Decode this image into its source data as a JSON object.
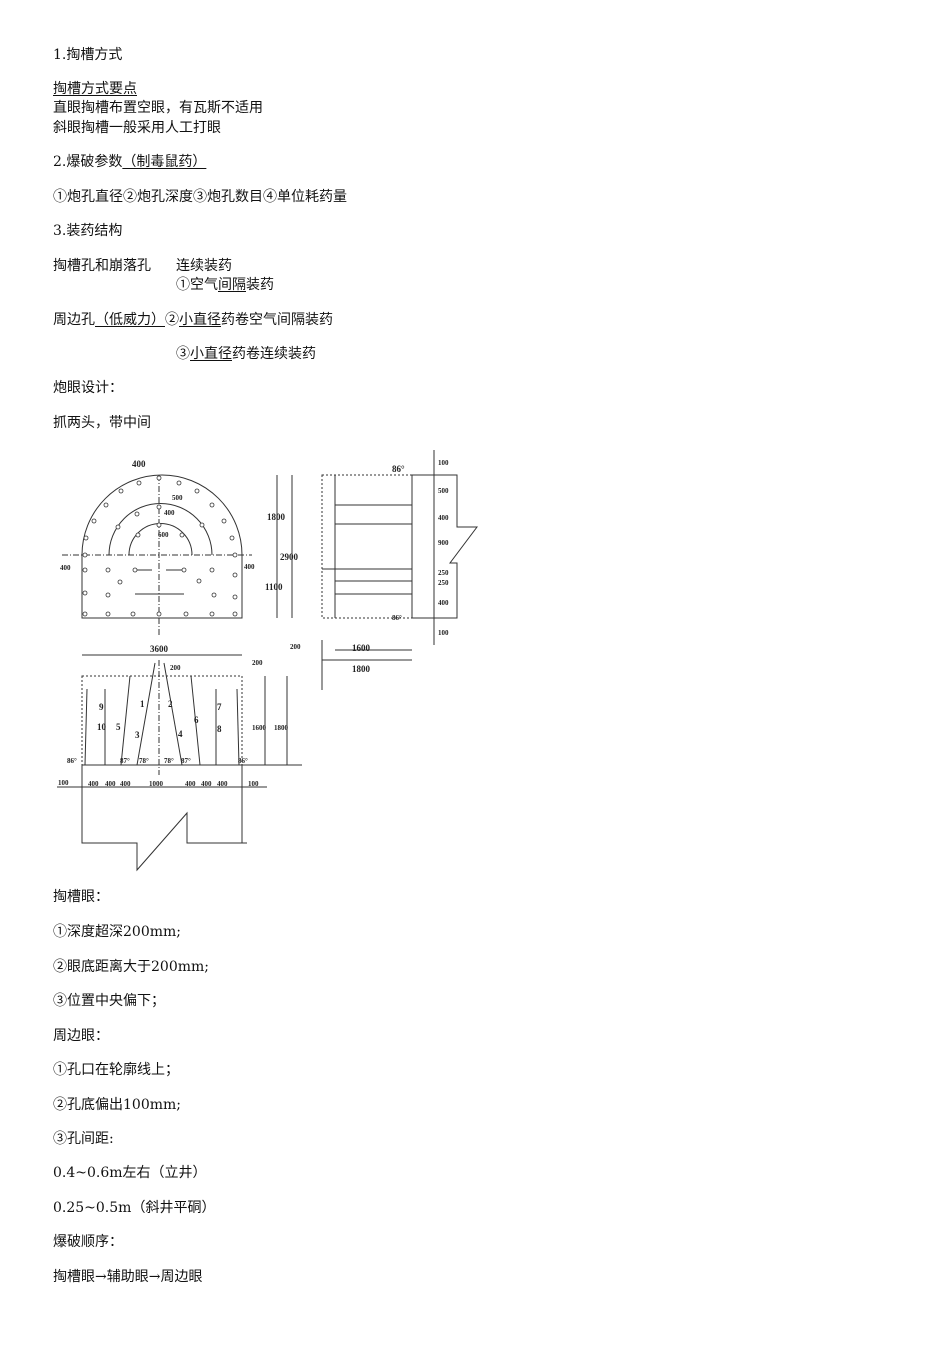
{
  "sections": {
    "s1_title": "1.掏槽方式",
    "s1_points_title": "掏槽方式要点",
    "s1_line1": "直眼掏槽布置空眼，有瓦斯不适用",
    "s1_line2": "斜眼掏槽一般采用人工打眼",
    "s2_title_a": "2.爆破参数",
    "s2_title_b": "（制毒鼠药）",
    "s2_params": "①炮孔直径②炮孔深度③炮孔数目④单位耗药量",
    "s3_title": "3.装药结构",
    "s3_row1_a": "掏槽孔和崩落孔",
    "s3_row1_b": "连续装药",
    "s3_row2_a": "①空气",
    "s3_row2_b": "间隔",
    "s3_row2_c": "装药",
    "s3_row3_a": "周边孔",
    "s3_row3_b": "（低威力）",
    "s3_row3_c": "②",
    "s3_row3_d": "小直径",
    "s3_row3_e": "药卷空气间隔装药",
    "s3_row4_a": "③",
    "s3_row4_b": "小直径",
    "s3_row4_c": "药卷连续装药",
    "design_title": "炮眼设计：",
    "design_rule": "抓两头，带中间"
  },
  "diagram": {
    "labels": [
      "400",
      "500",
      "400",
      "600",
      "400",
      "400",
      "1800",
      "2900",
      "1100",
      "86°",
      "100",
      "500",
      "400",
      "900",
      "250",
      "250",
      "400",
      "100",
      "86°",
      "3600",
      "200",
      "200",
      "1600",
      "1800",
      "200",
      "1600",
      "1800",
      "86°",
      "87°",
      "78°",
      "78°",
      "87°",
      "86°",
      "100",
      "400",
      "400",
      "400",
      "1000",
      "400",
      "400",
      "400",
      "100",
      "1",
      "2",
      "3",
      "4",
      "5",
      "6",
      "7",
      "8",
      "9",
      "10"
    ]
  },
  "notes": {
    "cut_title": "掏槽眼：",
    "cut_1": "①深度超深200mm;",
    "cut_2": "②眼底距离大于200mm;",
    "cut_3": "③位置中央偏下；",
    "perim_title": "周边眼：",
    "perim_1": "①孔口在轮廓线上；",
    "perim_2": "②孔底偏出100mm;",
    "perim_3": "③孔间距:",
    "spacing_1": "0.4~0.6m左右（立井）",
    "spacing_2": "0.25~0.5m（斜井平硐）",
    "order_title": "爆破顺序：",
    "order": "掏槽眼→辅助眼→周边眼"
  }
}
